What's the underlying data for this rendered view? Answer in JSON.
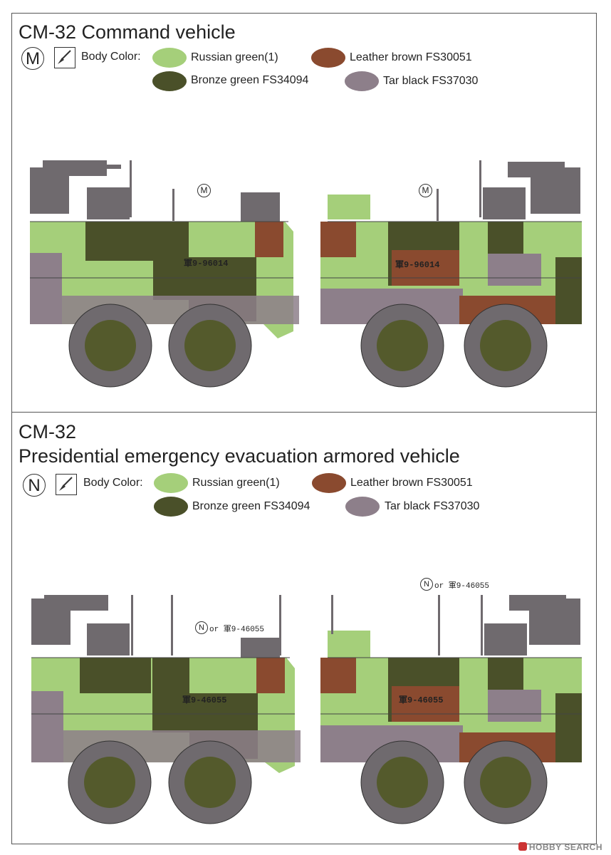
{
  "colors": {
    "russian_green": "#a5cf7a",
    "leather_brown": "#8a4a2f",
    "bronze_green": "#4a5029",
    "tar_black": "#8d7f8a",
    "hull_gray": "#6f6a6e",
    "wheel_dark": "#545a2c"
  },
  "sections": [
    {
      "title_lines": [
        "CM-32 Command vehicle"
      ],
      "badge": "M",
      "body_color_label": "Body Color:",
      "swatches": [
        {
          "label": "Russian green(1)",
          "color": "#a5cf7a"
        },
        {
          "label": "Leather brown FS30051",
          "color": "#8a4a2f"
        },
        {
          "label": "Bronze green FS34094",
          "color": "#4a5029"
        },
        {
          "label": "Tar black FS37030",
          "color": "#8d7f8a"
        }
      ],
      "left_view": {
        "serial": "軍9-96014",
        "callout": "M"
      },
      "right_view": {
        "serial": "軍9-96014",
        "callout": "M"
      }
    },
    {
      "title_lines": [
        "CM-32",
        "Presidential emergency evacuation armored vehicle"
      ],
      "badge": "N",
      "body_color_label": "Body Color:",
      "swatches": [
        {
          "label": "Russian green(1)",
          "color": "#a5cf7a"
        },
        {
          "label": "Leather brown FS30051",
          "color": "#8a4a2f"
        },
        {
          "label": "Bronze green FS34094",
          "color": "#4a5029"
        },
        {
          "label": "Tar black FS37030",
          "color": "#8d7f8a"
        }
      ],
      "left_view": {
        "serial": "軍9-46055",
        "callout": "N",
        "callout_suffix": "or 軍9-46055"
      },
      "right_view": {
        "serial": "軍9-46055",
        "callout": "N",
        "callout_suffix": "or 軍9-46055"
      }
    }
  ],
  "credit": "HOBBY SEARCH"
}
